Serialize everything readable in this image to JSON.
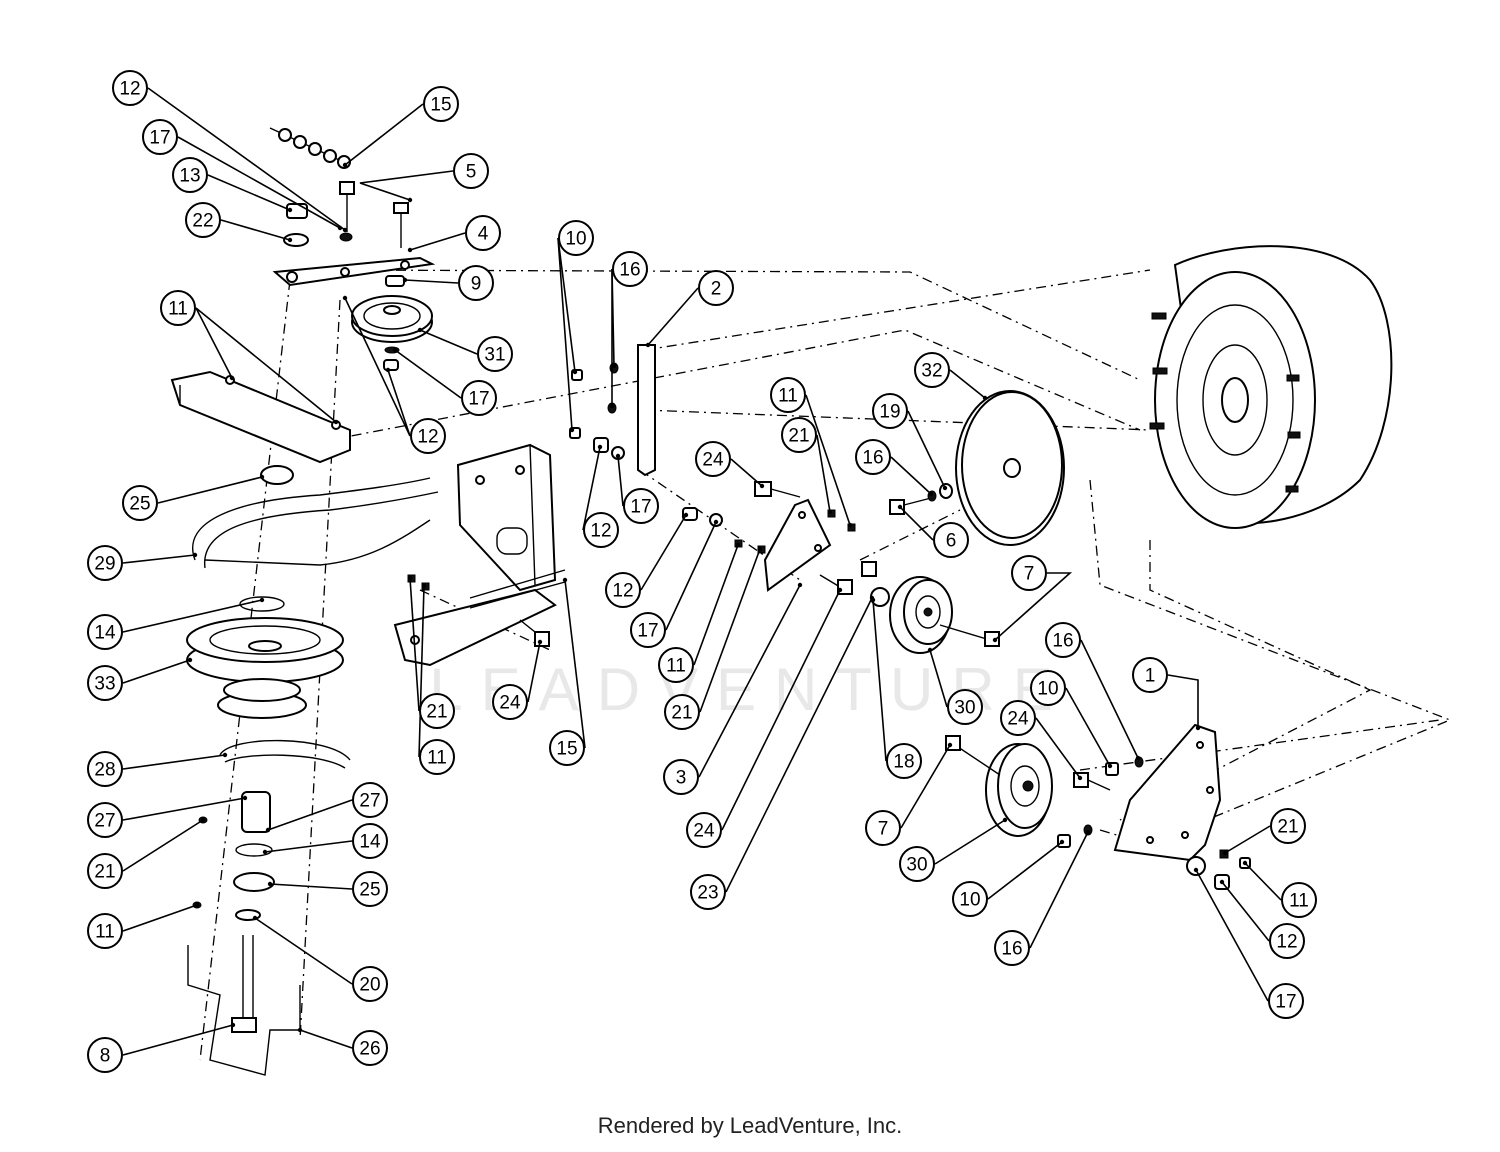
{
  "watermark": "LEADVENTURE",
  "footer": "Rendered by LeadVenture, Inc.",
  "callouts": [
    {
      "label": "12"
    },
    {
      "label": "15"
    },
    {
      "label": "17"
    },
    {
      "label": "5"
    },
    {
      "label": "13"
    },
    {
      "label": "22"
    },
    {
      "label": "4"
    },
    {
      "label": "9"
    },
    {
      "label": "31"
    },
    {
      "label": "17"
    },
    {
      "label": "12"
    },
    {
      "label": "11"
    },
    {
      "label": "25"
    },
    {
      "label": "29"
    },
    {
      "label": "14"
    },
    {
      "label": "33"
    },
    {
      "label": "28"
    },
    {
      "label": "27"
    },
    {
      "label": "27"
    },
    {
      "label": "21"
    },
    {
      "label": "14"
    },
    {
      "label": "25"
    },
    {
      "label": "11"
    },
    {
      "label": "20"
    },
    {
      "label": "8"
    },
    {
      "label": "26"
    },
    {
      "label": "10"
    },
    {
      "label": "16"
    },
    {
      "label": "2"
    },
    {
      "label": "12"
    },
    {
      "label": "17"
    },
    {
      "label": "21"
    },
    {
      "label": "11"
    },
    {
      "label": "24"
    },
    {
      "label": "15"
    },
    {
      "label": "11"
    },
    {
      "label": "21"
    },
    {
      "label": "24"
    },
    {
      "label": "12"
    },
    {
      "label": "17"
    },
    {
      "label": "11"
    },
    {
      "label": "21"
    },
    {
      "label": "3"
    },
    {
      "label": "24"
    },
    {
      "label": "23"
    },
    {
      "label": "32"
    },
    {
      "label": "19"
    },
    {
      "label": "16"
    },
    {
      "label": "6"
    },
    {
      "label": "7"
    },
    {
      "label": "30"
    },
    {
      "label": "18"
    },
    {
      "label": "16"
    },
    {
      "label": "1"
    },
    {
      "label": "10"
    },
    {
      "label": "24"
    },
    {
      "label": "7"
    },
    {
      "label": "30"
    },
    {
      "label": "10"
    },
    {
      "label": "16"
    },
    {
      "label": "21"
    },
    {
      "label": "11"
    },
    {
      "label": "12"
    },
    {
      "label": "17"
    }
  ]
}
